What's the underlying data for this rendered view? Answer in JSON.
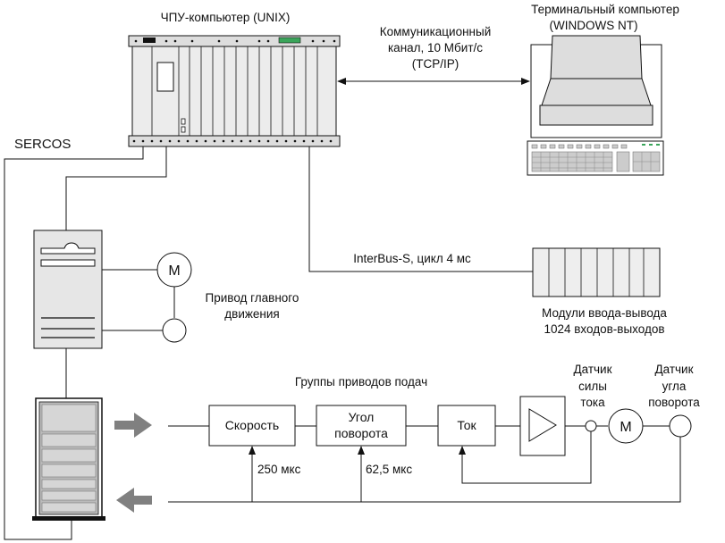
{
  "labels": {
    "cnc_computer": "ЧПУ-компьютер (UNIX)",
    "terminal_line1": "Терминальный компьютер",
    "terminal_line2": "(WINDOWS NT)",
    "comm_line1": "Коммуникационный",
    "comm_line2": "канал, 10 Мбит/с",
    "comm_line3": "(TCP/IP)",
    "sercos": "SERCOS",
    "interbus": "InterBus-S, цикл 4 мс",
    "io_modules_line1": "Модули ввода-вывода",
    "io_modules_line2": "1024 входов-выходов",
    "main_drive_line1": "Привод главного",
    "main_drive_line2": "движения",
    "motor_symbol": "M",
    "feed_groups": "Группы приводов подач",
    "speed": "Скорость",
    "angle_line1": "Угол",
    "angle_line2": "поворота",
    "current": "Ток",
    "sensor_force_line1": "Датчик",
    "sensor_force_line2": "силы",
    "sensor_force_line3": "тока",
    "sensor_angle_line1": "Датчик",
    "sensor_angle_line2": "угла",
    "sensor_angle_line3": "поворота",
    "time_250": "250 мкс",
    "time_62": "62,5 мкс"
  },
  "colors": {
    "line": "#111111",
    "device_fill": "#e6e6e6",
    "panel_fill": "#cfcfcf",
    "arrow_fill": "#808080",
    "led_green": "#3aa55a"
  }
}
